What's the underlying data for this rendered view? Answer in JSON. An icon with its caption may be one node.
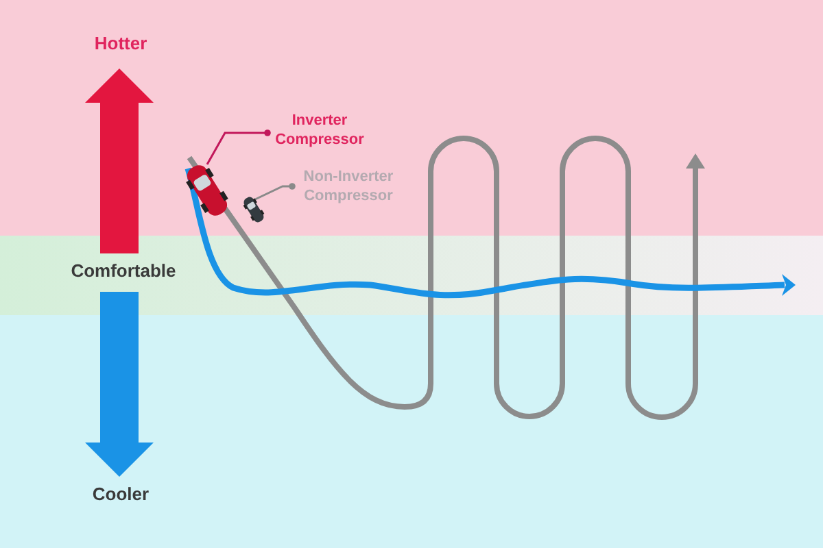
{
  "diagram": {
    "nodes": [
      {
        "text": [
          "Inverter Compressor"
        ]
      },
      {
        "text": [
          "Non-Inverter Compressor"
        ]
      },
      {
        "text": [],
        "shape": "picture"
      },
      {
        "text": [],
        "shape": "picture"
      }
    ],
    "edges": [
      {
        "from": 0,
        "to": 2,
        "arrow": "other",
        "color": "#c2185b"
      },
      {
        "from": 1,
        "to": 3,
        "arrow": "other",
        "color": "#8a8a8a"
      }
    ],
    "labels": [
      "Hotter",
      "Comfortable",
      "Cooler"
    ]
  }
}
